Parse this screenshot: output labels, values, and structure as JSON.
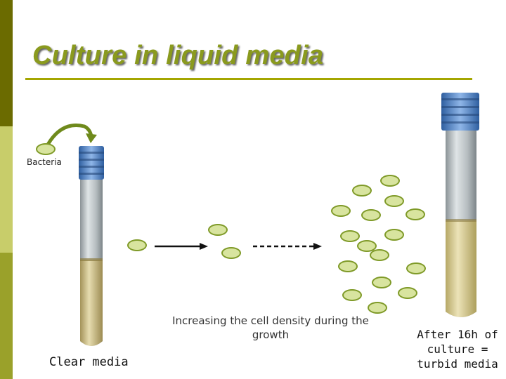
{
  "slide": {
    "title": "Culture in liquid media",
    "bacteria_label": "Bacteria",
    "caption_density": "Increasing the cell density during the growth",
    "caption_clear": "Clear media",
    "caption_turbid": "After 16h of culture = turbid media"
  },
  "colors": {
    "title": "#8a9a1e",
    "cell_fill": "#d8e49f",
    "cell_stroke": "#7f9a28",
    "media": "#d6c27a"
  }
}
